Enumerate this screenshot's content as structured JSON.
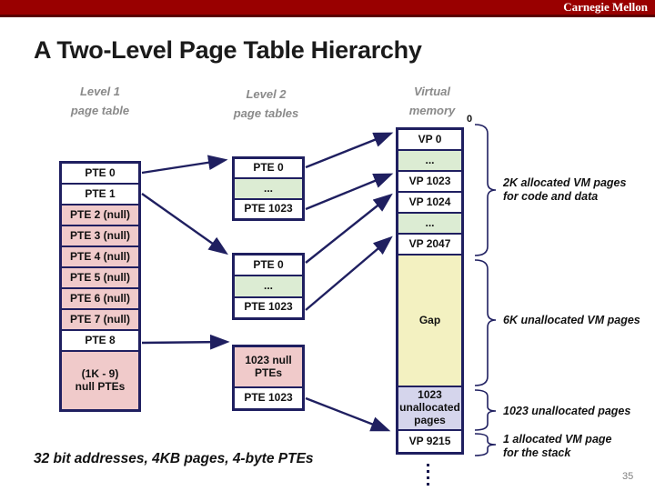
{
  "brand": "Carnegie Mellon",
  "title": "A Two-Level Page Table Hierarchy",
  "headers": {
    "level1": "Level 1\npage table",
    "level2": "Level 2\npage tables",
    "vm": "Virtual\nmemory"
  },
  "level1_table": {
    "rows": [
      {
        "label": "PTE 0",
        "type": "white"
      },
      {
        "label": "PTE 1",
        "type": "white"
      },
      {
        "label": "PTE 2 (null)",
        "type": "pink"
      },
      {
        "label": "PTE 3 (null)",
        "type": "pink"
      },
      {
        "label": "PTE 4 (null)",
        "type": "pink"
      },
      {
        "label": "PTE 5 (null)",
        "type": "pink"
      },
      {
        "label": "PTE 6 (null)",
        "type": "pink"
      },
      {
        "label": "PTE 7 (null)",
        "type": "pink"
      },
      {
        "label": "PTE 8",
        "type": "white"
      },
      {
        "label": "(1K - 9)\nnull PTEs",
        "type": "pink"
      }
    ]
  },
  "level2_tables": [
    {
      "rows": [
        {
          "label": "PTE 0",
          "type": "white"
        },
        {
          "label": "...",
          "type": "green"
        },
        {
          "label": "PTE 1023",
          "type": "white"
        }
      ]
    },
    {
      "rows": [
        {
          "label": "PTE 0",
          "type": "white"
        },
        {
          "label": "...",
          "type": "green"
        },
        {
          "label": "PTE 1023",
          "type": "white"
        }
      ]
    },
    {
      "rows": [
        {
          "label": "1023 null\nPTEs",
          "type": "pink"
        },
        {
          "label": "PTE 1023",
          "type": "white"
        }
      ]
    }
  ],
  "vm_table": {
    "zero_label": "0",
    "rows": [
      {
        "label": "VP 0",
        "type": "white"
      },
      {
        "label": "...",
        "type": "green"
      },
      {
        "label": "VP 1023",
        "type": "white"
      },
      {
        "label": "VP 1024",
        "type": "white"
      },
      {
        "label": "...",
        "type": "green"
      },
      {
        "label": "VP 2047",
        "type": "white"
      },
      {
        "label": "Gap",
        "type": "yellow"
      },
      {
        "label": "1023\nunallocated\npages",
        "type": "lavender"
      },
      {
        "label": "VP 9215",
        "type": "white"
      }
    ]
  },
  "annotations": [
    {
      "text": "2K allocated VM pages\nfor code and data"
    },
    {
      "text": "6K unallocated VM pages"
    },
    {
      "text": "1023 unallocated  pages"
    },
    {
      "text": "1 allocated VM page\nfor the stack"
    }
  ],
  "footer_note": "32 bit addresses, 4KB pages, 4-byte PTEs",
  "page_number": "35",
  "colors": {
    "banner_red": "#990000",
    "banner_red_dark": "#5a0000",
    "navy": "#1f1f60",
    "pink": "#f0caca",
    "green": "#dcecd3",
    "yellow": "#f3f1c1",
    "lavender": "#d5d5ec",
    "header_gray": "#8a8a8a"
  }
}
